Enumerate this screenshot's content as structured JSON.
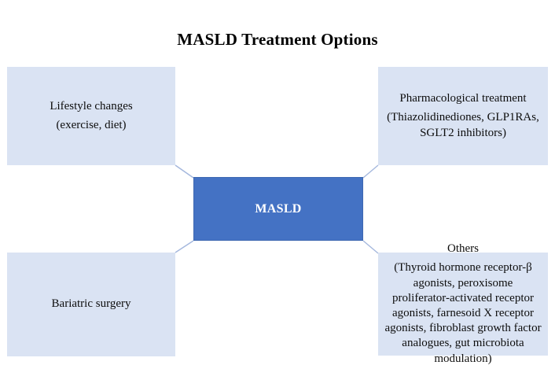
{
  "title": "MASLD Treatment Options",
  "center": {
    "label": "MASLD"
  },
  "nodes": {
    "lifestyle": {
      "heading": "Lifestyle changes",
      "detail": "(exercise, diet)",
      "position": "top-left"
    },
    "pharmacological": {
      "heading": "Pharmacological treatment",
      "detail": "(Thiazolidinediones, GLP1RAs, SGLT2 inhibitors)",
      "position": "top-right"
    },
    "bariatric": {
      "heading": "Bariatric surgery",
      "position": "bottom-left"
    },
    "others": {
      "heading": "Others",
      "detail": "(Thyroid hormone receptor-β agonists, peroxisome proliferator-activated receptor agonists, farnesoid X receptor agonists, fibroblast growth factor analogues, gut microbiota modulation)",
      "position": "bottom-right"
    }
  },
  "colors": {
    "node_fill": "#dae3f3",
    "center_fill": "#4472c4",
    "center_border": "#3e68b1",
    "connector": "#a4b7dd",
    "text": "#0d0d0d",
    "center_text": "#ffffff",
    "background": "#ffffff"
  }
}
